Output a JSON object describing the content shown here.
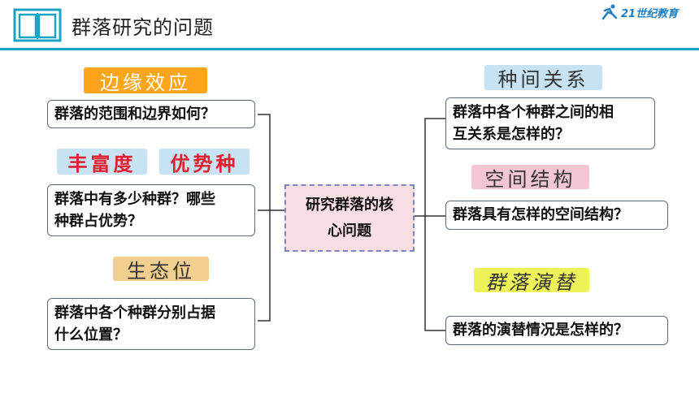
{
  "header": {
    "title": "群落研究的问题",
    "logo_text": "21世纪教育"
  },
  "center": {
    "line1": "研究群落的核",
    "line2": "心问题"
  },
  "tags": {
    "edge_effect": "边缘效应",
    "richness": "丰富度",
    "dominant": "优势种",
    "niche": "生态位",
    "interspecific": "种间关系",
    "spatial": "空间结构",
    "succession": "群落演替"
  },
  "questions": {
    "q1": "群落的范围和边界如何？",
    "q2_line1": "群落中有多少种群？哪些",
    "q2_line2": "种群占优势？",
    "q3_line1": "群落中各个种群分别占据",
    "q3_line2": "什么位置？",
    "q4_line1": "群落中各个种群之间的相",
    "q4_line2": "互关系是怎样的？",
    "q5": "群落具有怎样的空间结构？",
    "q6": "群落的演替情况是怎样的？"
  },
  "colors": {
    "accent_line": "#1ba3c6",
    "center_fill": "#f8dde3",
    "center_border": "#7a85c4",
    "red_tag": "#e0202c"
  }
}
